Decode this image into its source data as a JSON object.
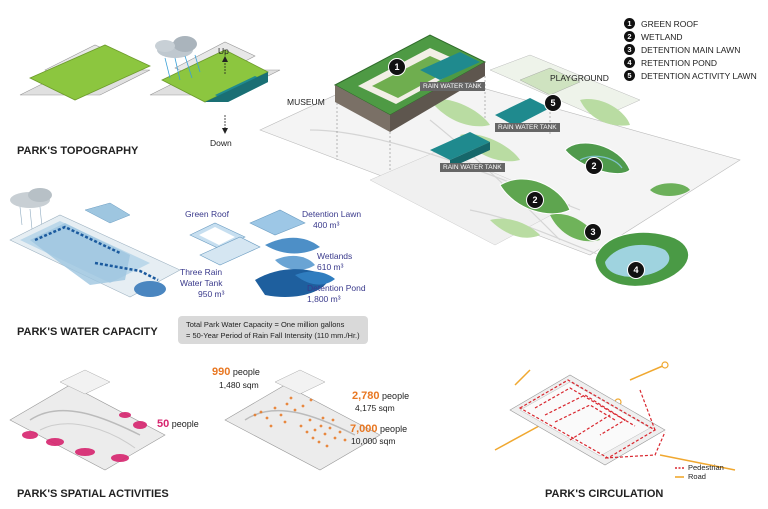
{
  "legend": [
    {
      "num": "1",
      "label": "GREEN ROOF"
    },
    {
      "num": "2",
      "label": "WETLAND"
    },
    {
      "num": "3",
      "label": "DETENTION MAIN LAWN"
    },
    {
      "num": "4",
      "label": "RETENTION POND"
    },
    {
      "num": "5",
      "label": "DETENTION ACTIVITY LAWN"
    }
  ],
  "main_plan": {
    "museum_label": "MUSEUM",
    "playground_label": "PLAYGROUND",
    "tank_label": "RAIN WATER TANK",
    "markers": [
      "1",
      "2",
      "2",
      "3",
      "4",
      "5"
    ]
  },
  "topography": {
    "title": "PARK'S TOPOGRAPHY",
    "up_label": "Up",
    "down_label": "Down"
  },
  "water": {
    "title": "PARK'S WATER CAPACITY",
    "green_roof_label": "Green Roof",
    "detention_lawn_label": "Detention Lawn",
    "detention_lawn_value": "400 m³",
    "wetlands_label": "Wetlands",
    "wetlands_value": "610 m³",
    "tank_label_1": "Three Rain",
    "tank_label_2": "Water Tank",
    "tank_value": "950 m³",
    "pond_label": "Detention Pond",
    "pond_value": "1,800 m³",
    "total_line_1": "Total Park Water Capacity = One million gallons",
    "total_line_2": "= 50-Year Period of Rain Fall Intensity (110 mm./Hr.)"
  },
  "activities": {
    "title": "PARK'S SPATIAL ACTIVITIES",
    "a_count": "50",
    "b_count": "990",
    "b_area": "1,480 sqm",
    "c_count": "2,780",
    "c_area": "4,175 sqm",
    "d_count": "7,000",
    "d_area": "10,000 sqm",
    "people_word": "people",
    "colors": {
      "pink": "#d6246e",
      "orange": "#e87722"
    }
  },
  "circulation": {
    "title": "PARK'S CIRCULATION",
    "pedestrian_label": "Pedestrian",
    "road_label": "Road",
    "colors": {
      "pedestrian": "#d9262e",
      "road": "#f0a830"
    }
  }
}
